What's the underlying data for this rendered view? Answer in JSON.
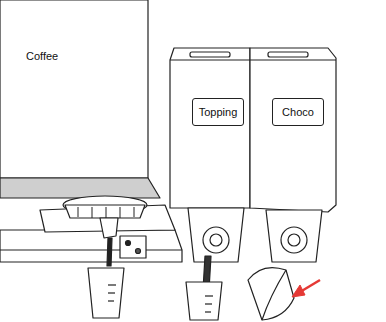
{
  "diagram": {
    "nodes": [
      {
        "text": [
          "Topping"
        ]
      },
      {
        "text": [
          "Choco"
        ]
      }
    ],
    "labels": [
      "Coffee"
    ]
  }
}
